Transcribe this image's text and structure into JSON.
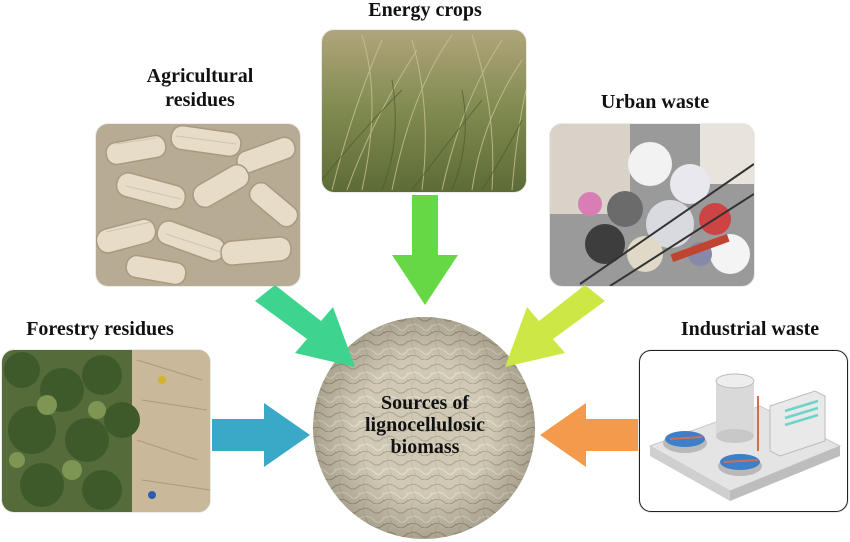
{
  "center": {
    "lines": [
      "Sources of",
      "lignocellulosic",
      "biomass"
    ]
  },
  "sources": {
    "energy_crops": "Energy crops",
    "agricultural_residues_line1": "Agricultural",
    "agricultural_residues_line2": "residues",
    "urban_waste": "Urban waste",
    "forestry_residues": "Forestry residues",
    "industrial_waste": "Industrial waste"
  },
  "colors": {
    "arrow_agricultural": "#3ed48f",
    "arrow_energy": "#66d845",
    "arrow_urban": "#cde845",
    "arrow_forestry": "#3aa9c7",
    "arrow_industrial": "#f39a4c"
  }
}
